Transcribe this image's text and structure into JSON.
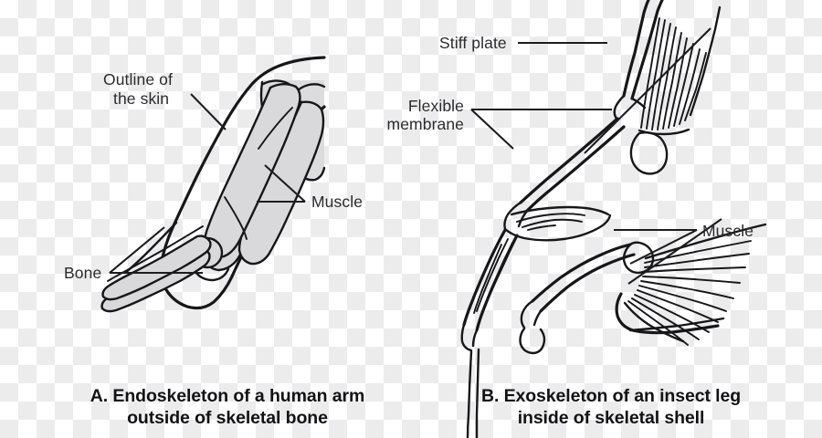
{
  "figure": {
    "background": "transparency-checkerboard",
    "ink_color": "#17171a",
    "shade_color": "#d9d9db",
    "label_color": "#2b2b2e"
  },
  "panels": [
    {
      "id": "A",
      "subject": "human-arm-endoskeleton",
      "caption_line1": "A. Endoskeleton of a human arm",
      "caption_line2": "outside of skeletal bone",
      "labels": [
        {
          "name": "outline-of-the-skin",
          "line1": "Outline of",
          "line2": "the skin"
        },
        {
          "name": "muscle",
          "line1": "Muscle",
          "line2": ""
        },
        {
          "name": "bone",
          "line1": "Bone",
          "line2": ""
        }
      ]
    },
    {
      "id": "B",
      "subject": "insect-leg-exoskeleton",
      "caption_line1": "B. Exoskeleton of an insect leg",
      "caption_line2": "inside of skeletal shell",
      "labels": [
        {
          "name": "stiff-plate",
          "line1": "Stiff plate",
          "line2": ""
        },
        {
          "name": "flexible-membrane",
          "line1": "Flexible",
          "line2": "membrane"
        },
        {
          "name": "muscle",
          "line1": "Muscle",
          "line2": ""
        }
      ]
    }
  ]
}
